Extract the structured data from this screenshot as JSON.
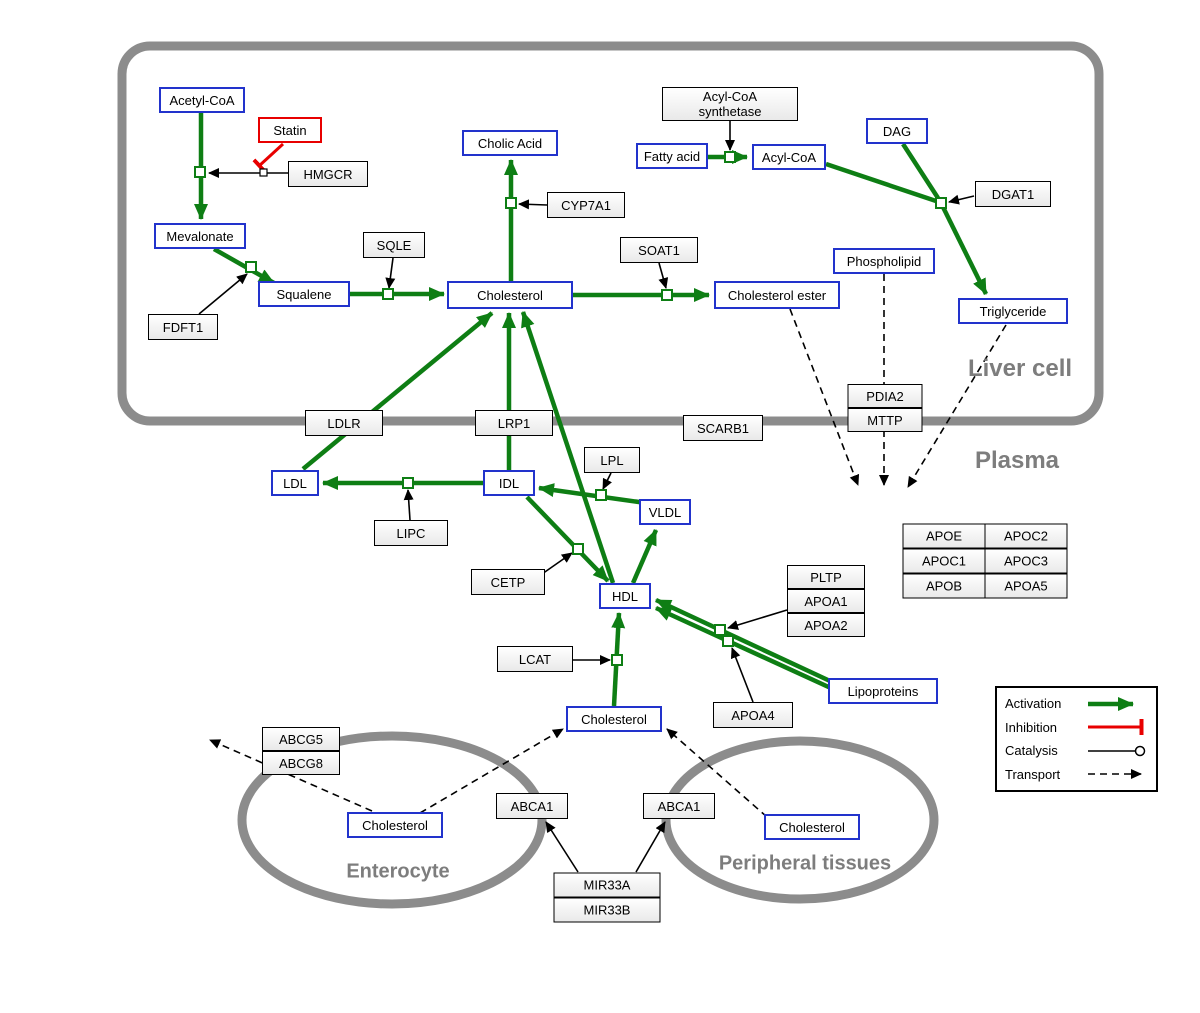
{
  "regions": {
    "liver_cell": "Liver cell",
    "plasma": "Plasma",
    "enterocyte": "Enterocyte",
    "peripheral_tissues": "Peripheral tissues"
  },
  "nodes": {
    "acetyl_coa": {
      "label": "Acetyl-CoA",
      "type": "metabolite"
    },
    "statin": {
      "label": "Statin",
      "type": "inhibitor"
    },
    "hmgcr": {
      "label": "HMGCR",
      "type": "gene"
    },
    "mevalonate": {
      "label": "Mevalonate",
      "type": "metabolite"
    },
    "fdft1": {
      "label": "FDFT1",
      "type": "gene"
    },
    "squalene": {
      "label": "Squalene",
      "type": "metabolite"
    },
    "sqle": {
      "label": "SQLE",
      "type": "gene"
    },
    "cholesterol_liver": {
      "label": "Cholesterol",
      "type": "metabolite"
    },
    "cholic_acid": {
      "label": "Cholic Acid",
      "type": "metabolite"
    },
    "cyp7a1": {
      "label": "CYP7A1",
      "type": "gene"
    },
    "soat1": {
      "label": "SOAT1",
      "type": "gene"
    },
    "cholesterol_ester": {
      "label": "Cholesterol ester",
      "type": "metabolite"
    },
    "fatty_acid": {
      "label": "Fatty acid",
      "type": "metabolite"
    },
    "acyl_coa_synthetase": {
      "label": "Acyl-CoA\nsynthetase",
      "type": "gene"
    },
    "acyl_coa": {
      "label": "Acyl-CoA",
      "type": "metabolite"
    },
    "dag": {
      "label": "DAG",
      "type": "metabolite"
    },
    "dgat1": {
      "label": "DGAT1",
      "type": "gene"
    },
    "phospholipid": {
      "label": "Phospholipid",
      "type": "metabolite"
    },
    "triglyceride": {
      "label": "Triglyceride",
      "type": "metabolite"
    },
    "ldlr": {
      "label": "LDLR",
      "type": "gene"
    },
    "lrp1": {
      "label": "LRP1",
      "type": "gene"
    },
    "scarb1": {
      "label": "SCARB1",
      "type": "gene"
    },
    "pdia2": {
      "label": "PDIA2",
      "type": "gene"
    },
    "mttp": {
      "label": "MTTP",
      "type": "gene"
    },
    "ldl": {
      "label": "LDL",
      "type": "metabolite"
    },
    "idl": {
      "label": "IDL",
      "type": "metabolite"
    },
    "lipc": {
      "label": "LIPC",
      "type": "gene"
    },
    "lpl": {
      "label": "LPL",
      "type": "gene"
    },
    "vldl": {
      "label": "VLDL",
      "type": "metabolite"
    },
    "cetp": {
      "label": "CETP",
      "type": "gene"
    },
    "hdl": {
      "label": "HDL",
      "type": "metabolite"
    },
    "lcat": {
      "label": "LCAT",
      "type": "gene"
    },
    "pltp": {
      "label": "PLTP",
      "type": "gene"
    },
    "apoa1": {
      "label": "APOA1",
      "type": "gene"
    },
    "apoa2": {
      "label": "APOA2",
      "type": "gene"
    },
    "apoa4": {
      "label": "APOA4",
      "type": "gene"
    },
    "lipoproteins": {
      "label": "Lipoproteins",
      "type": "metabolite"
    },
    "cholesterol_plasma": {
      "label": "Cholesterol",
      "type": "metabolite"
    },
    "apoe": {
      "label": "APOE",
      "type": "gene"
    },
    "apoc2": {
      "label": "APOC2",
      "type": "gene"
    },
    "apoc1": {
      "label": "APOC1",
      "type": "gene"
    },
    "apoc3": {
      "label": "APOC3",
      "type": "gene"
    },
    "apob": {
      "label": "APOB",
      "type": "gene"
    },
    "apoa5": {
      "label": "APOA5",
      "type": "gene"
    },
    "abcg5": {
      "label": "ABCG5",
      "type": "gene"
    },
    "abcg8": {
      "label": "ABCG8",
      "type": "gene"
    },
    "cholesterol_enterocyte": {
      "label": "Cholesterol",
      "type": "metabolite"
    },
    "abca1_left": {
      "label": "ABCA1",
      "type": "gene"
    },
    "abca1_right": {
      "label": "ABCA1",
      "type": "gene"
    },
    "cholesterol_peripheral": {
      "label": "Cholesterol",
      "type": "metabolite"
    },
    "mir33a": {
      "label": "MIR33A",
      "type": "gene"
    },
    "mir33b": {
      "label": "MIR33B",
      "type": "gene"
    }
  },
  "legend": {
    "activation": "Activation",
    "inhibition": "Inhibition",
    "catalysis": "Catalysis",
    "transport": "Transport"
  },
  "colors": {
    "metabolite_border": "#2233cc",
    "gene_border": "#000000",
    "inhibition_red": "#e80000",
    "activation_green": "#0e7e14",
    "membrane_gray": "#8c8c8c",
    "region_label_gray": "#7d7d7d"
  },
  "edges": [
    {
      "from": "Acetyl-CoA",
      "to": "Mevalonate",
      "type": "conversion",
      "catalyst": "HMGCR"
    },
    {
      "from": "Statin",
      "to": "HMGCR",
      "type": "inhibition"
    },
    {
      "from": "Mevalonate",
      "to": "Squalene",
      "type": "conversion",
      "catalyst": "FDFT1"
    },
    {
      "from": "Squalene",
      "to": "Cholesterol",
      "type": "conversion",
      "catalyst": "SQLE"
    },
    {
      "from": "Cholesterol",
      "to": "Cholic Acid",
      "type": "conversion",
      "catalyst": "CYP7A1"
    },
    {
      "from": "Cholesterol",
      "to": "Cholesterol ester",
      "type": "conversion",
      "catalyst": "SOAT1"
    },
    {
      "from": "Fatty acid",
      "to": "Acyl-CoA",
      "type": "conversion",
      "catalyst": "Acyl-CoA synthetase"
    },
    {
      "from": "Acyl-CoA",
      "to": "Triglyceride",
      "type": "conversion",
      "catalyst": "DGAT1"
    },
    {
      "from": "DAG",
      "to": "Triglyceride",
      "type": "conversion",
      "catalyst": "DGAT1"
    },
    {
      "from": "LDL",
      "to": "Cholesterol (liver)",
      "type": "conversion",
      "via": "LDLR"
    },
    {
      "from": "IDL",
      "to": "Cholesterol (liver)",
      "type": "conversion",
      "via": "LRP1"
    },
    {
      "from": "HDL",
      "to": "Cholesterol (liver)",
      "type": "conversion",
      "via": "SCARB1"
    },
    {
      "from": "IDL",
      "to": "LDL",
      "type": "conversion",
      "catalyst": "LIPC"
    },
    {
      "from": "VLDL",
      "to": "IDL",
      "type": "conversion",
      "catalyst": "LPL"
    },
    {
      "from": "IDL",
      "to": "HDL",
      "type": "conversion",
      "catalyst": "CETP"
    },
    {
      "from": "HDL",
      "to": "VLDL",
      "type": "conversion"
    },
    {
      "from": "Lipoproteins",
      "to": "HDL",
      "type": "conversion",
      "catalyst": "PLTP, APOA1, APOA2"
    },
    {
      "from": "Lipoproteins",
      "to": "HDL",
      "type": "conversion",
      "catalyst": "APOA4"
    },
    {
      "from": "Cholesterol (plasma)",
      "to": "HDL",
      "type": "conversion",
      "catalyst": "LCAT"
    },
    {
      "from": "Cholesterol ester",
      "to": "Plasma",
      "type": "transport"
    },
    {
      "from": "Phospholipid",
      "to": "Plasma",
      "type": "transport"
    },
    {
      "from": "Triglyceride",
      "to": "Plasma",
      "type": "transport"
    },
    {
      "from": "Cholesterol (enterocyte)",
      "to": "",
      "type": "transport",
      "via": "ABCG5, ABCG8"
    },
    {
      "from": "Cholesterol (enterocyte)",
      "to": "Cholesterol (plasma)",
      "type": "transport",
      "via": "ABCA1"
    },
    {
      "from": "Cholesterol (peripheral)",
      "to": "Cholesterol (plasma)",
      "type": "transport",
      "via": "ABCA1"
    },
    {
      "from": "MIR33A, MIR33B",
      "to": "ABCA1 (enterocyte)",
      "type": "catalysis"
    },
    {
      "from": "MIR33A, MIR33B",
      "to": "ABCA1 (peripheral)",
      "type": "catalysis"
    }
  ]
}
